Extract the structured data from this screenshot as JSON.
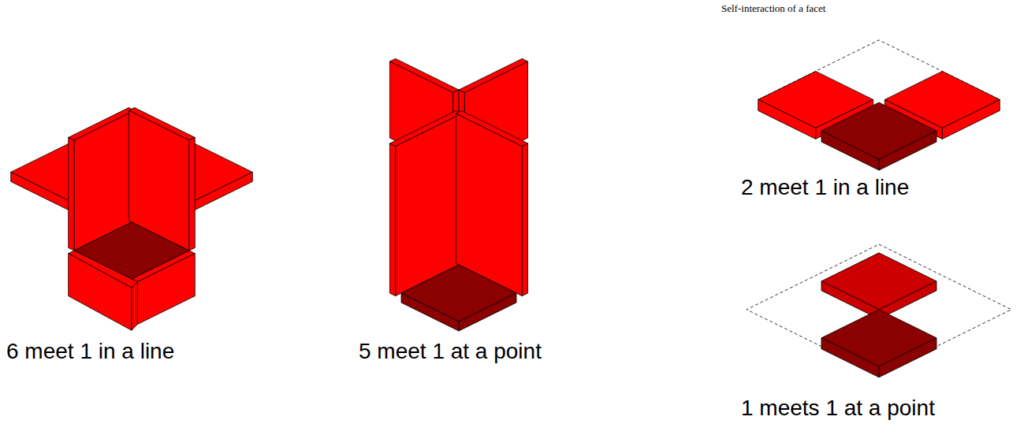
{
  "diagram": {
    "labels": [
      "6 meet 1 in a line",
      "5 meet 1 at a point",
      "Self-interaction of a facet",
      "2 meet 1 in a line",
      "1 meets 1 at a point"
    ]
  }
}
